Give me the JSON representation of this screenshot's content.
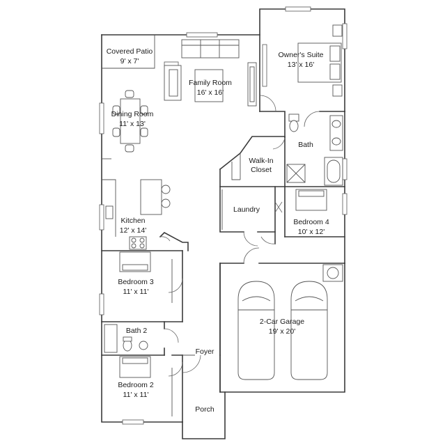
{
  "rooms": {
    "covered_patio": {
      "name": "Covered Patio",
      "dim": "9' x 7'"
    },
    "owners_suite": {
      "name": "Owner's Suite",
      "dim": "13' x 16'"
    },
    "family_room": {
      "name": "Family Room",
      "dim": "16' x 16'"
    },
    "dining_room": {
      "name": "Dining Room",
      "dim": "11' x 13'"
    },
    "bath": {
      "name": "Bath"
    },
    "walk_in_closet": {
      "name_line1": "Walk-In",
      "name_line2": "Closet"
    },
    "laundry": {
      "name": "Laundry"
    },
    "bedroom_4": {
      "name": "Bedroom 4",
      "dim": "10' x 12'"
    },
    "kitchen": {
      "name": "Kitchen",
      "dim": "12' x 14'"
    },
    "bedroom_3": {
      "name": "Bedroom 3",
      "dim": "11' x 11'"
    },
    "garage": {
      "name": "2-Car Garage",
      "dim": "19' x 20'"
    },
    "bath_2": {
      "name": "Bath 2"
    },
    "foyer": {
      "name": "Foyer"
    },
    "bedroom_2": {
      "name": "Bedroom 2",
      "dim": "11' x 11'"
    },
    "porch": {
      "name": "Porch"
    }
  }
}
